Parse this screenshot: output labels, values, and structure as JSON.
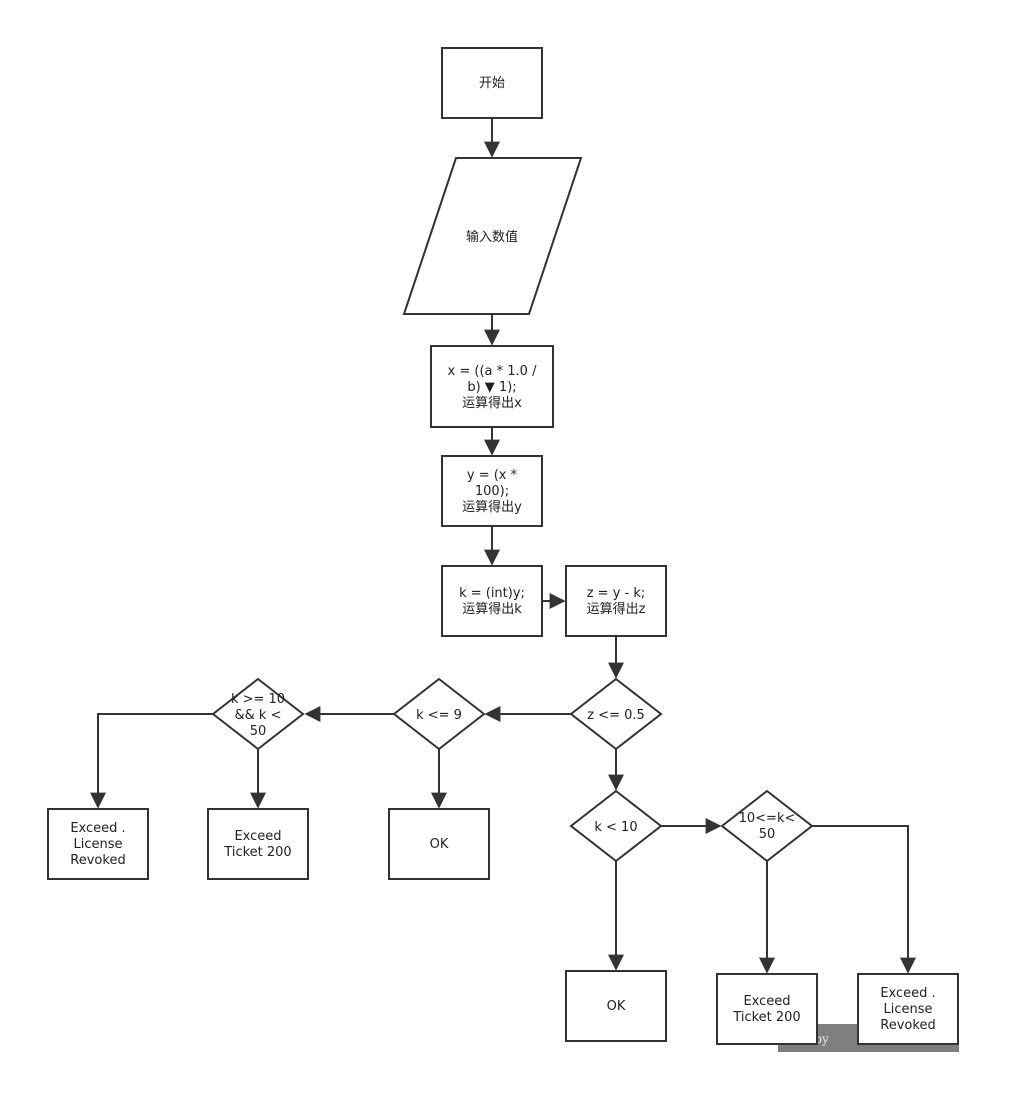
{
  "nodes": {
    "start": [
      "开始"
    ],
    "input": [
      "输入数值"
    ],
    "calc_x": [
      "x = ((a * 1.0 /",
      "b) ▼ 1);",
      "运算得出x"
    ],
    "calc_y": [
      "y = (x *",
      "100);",
      "运算得出y"
    ],
    "calc_k": [
      "k = (int)y;",
      "运算得出k"
    ],
    "calc_z": [
      "z = y - k;",
      "运算得出z"
    ],
    "dec_z": [
      "z <= 0.5"
    ],
    "dec_k9": [
      "k <= 9"
    ],
    "dec_k10_50_left": [
      "k >= 10",
      "&& k <",
      "50"
    ],
    "res_revoked_left": [
      "Exceed .",
      "License",
      "Revoked"
    ],
    "res_ticket_left": [
      "Exceed",
      "Ticket 200"
    ],
    "res_ok_left": [
      "OK"
    ],
    "dec_k10": [
      "k < 10"
    ],
    "dec_k10_50_right": [
      "10<=k<",
      "50"
    ],
    "res_ok_right": [
      "OK"
    ],
    "res_ticket_right": [
      "Exceed",
      "Ticket 200"
    ],
    "res_revoked_right": [
      "Exceed .",
      "License",
      "Revoked"
    ]
  },
  "watermark": "red by",
  "colors": {
    "stroke": "#333333",
    "fill": "#ffffff",
    "text": "#222222",
    "watermark": "#7f7f7f"
  }
}
